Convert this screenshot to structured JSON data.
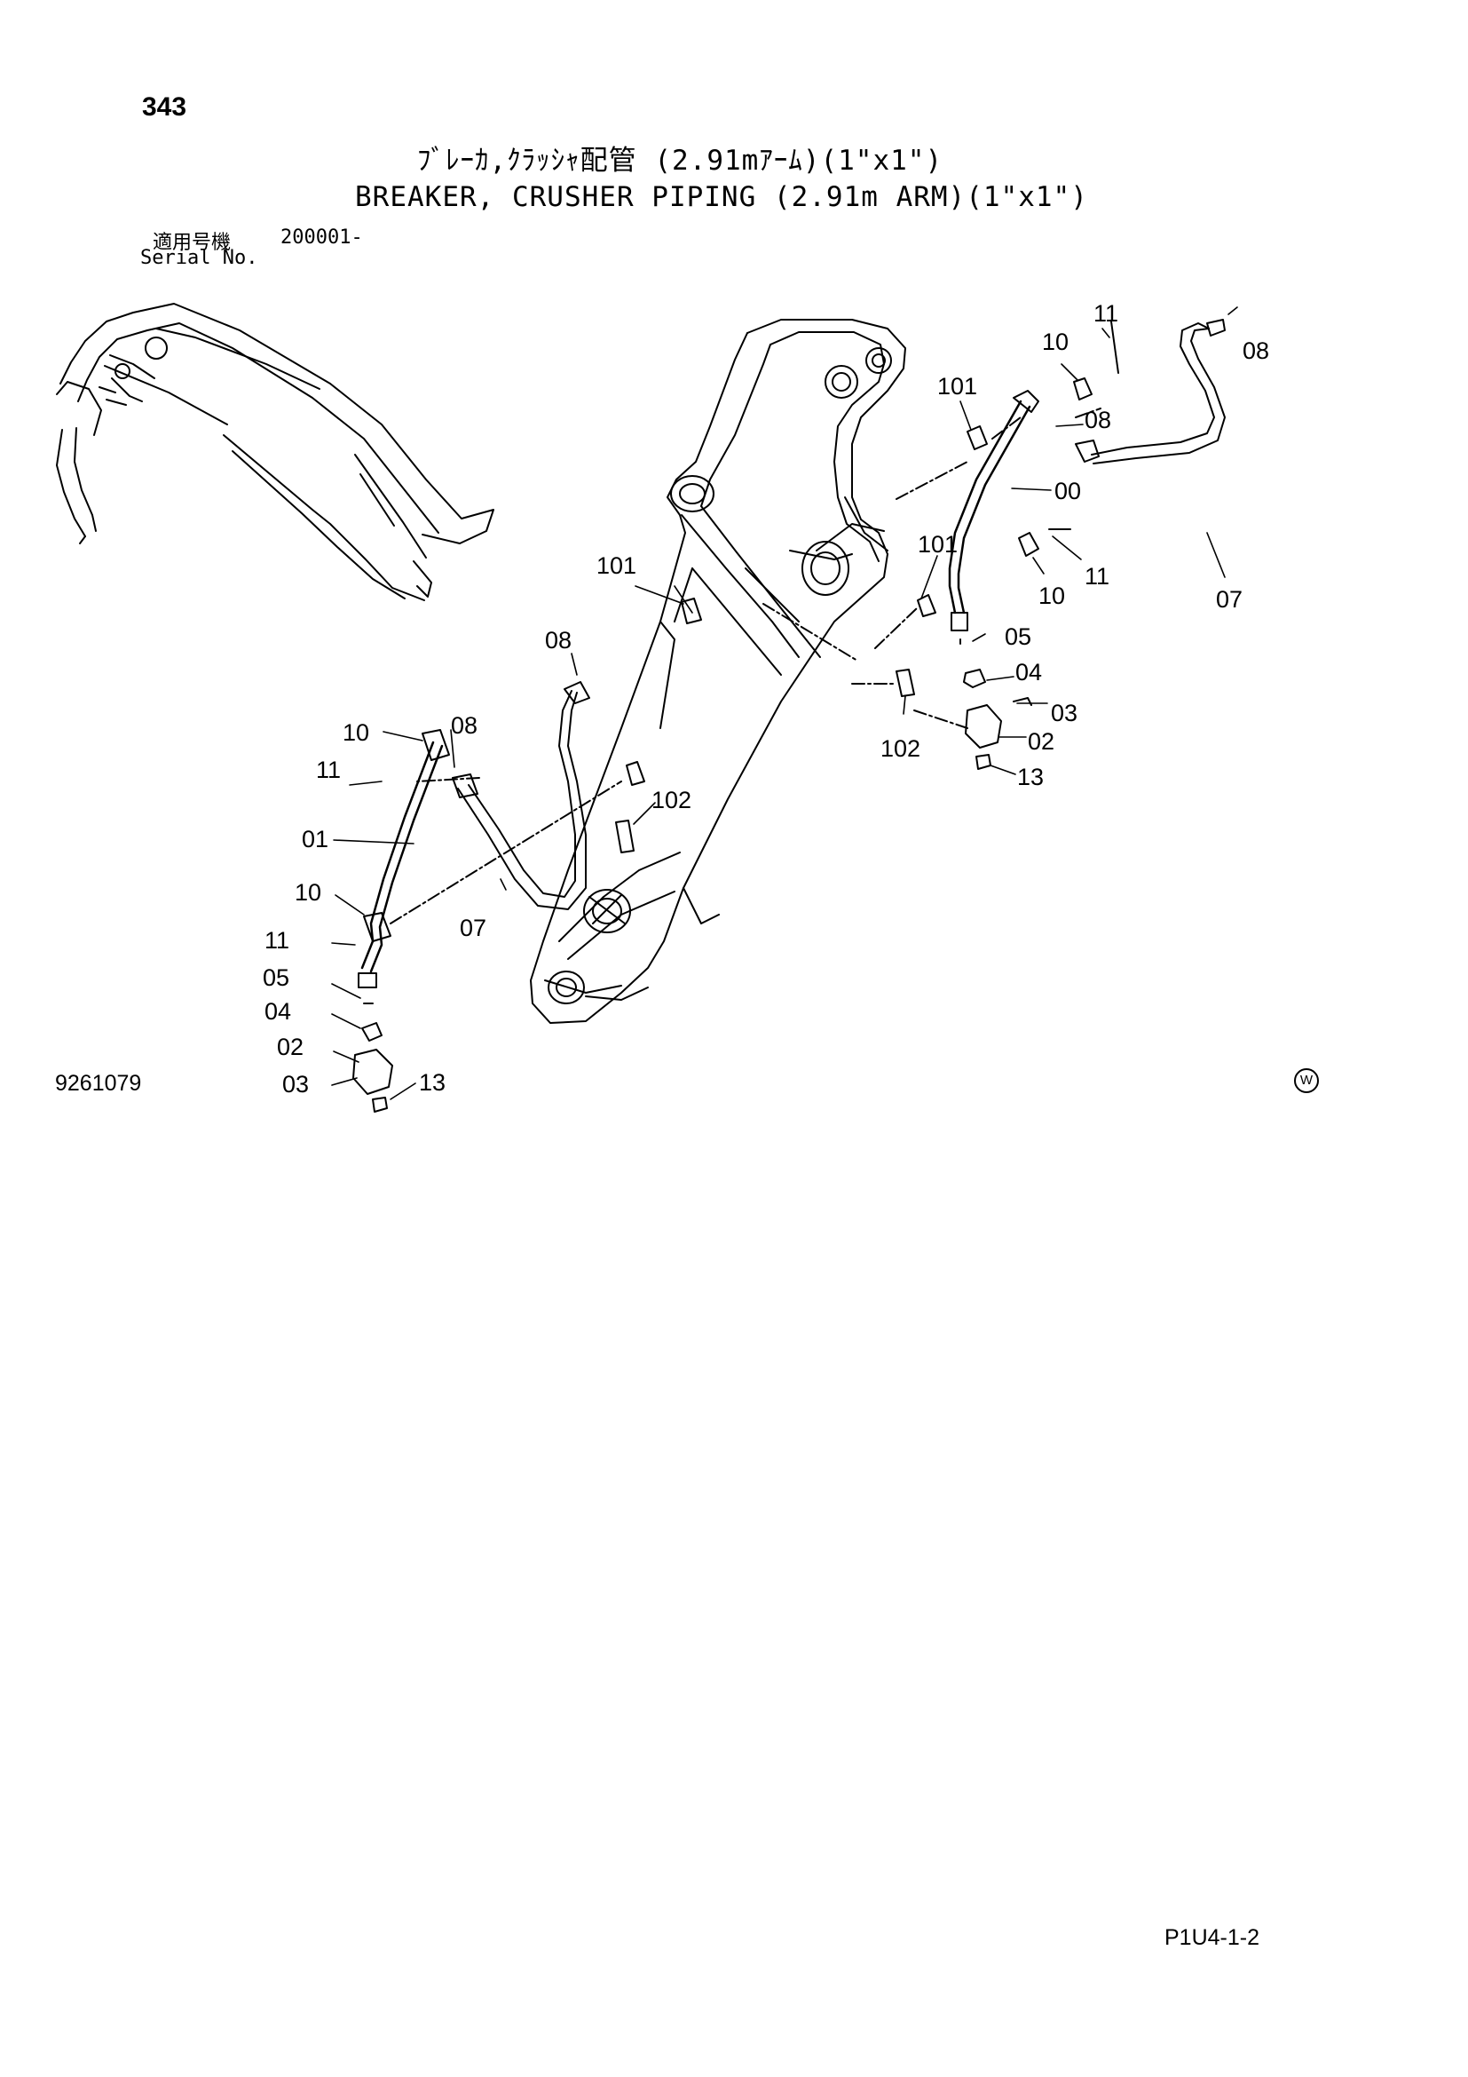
{
  "header": {
    "page_number": "343",
    "title_jp": "ﾌﾞﾚｰｶ,ｸﾗｯｼｬ配管 (2.91mｱｰﾑ)(1\"x1\")",
    "title_en": "BREAKER, CRUSHER PIPING (2.91m ARM)(1\"x1\")",
    "serial_label_jp": "適用号機",
    "serial_label_en": "Serial No.",
    "serial_range": "200001-"
  },
  "footer": {
    "drawing_number": "9261079",
    "w_mark": "W",
    "page_code": "P1U4-1-2"
  },
  "callouts": [
    {
      "id": "c-11-top",
      "text": "11"
    },
    {
      "id": "c-10-top",
      "text": "10"
    },
    {
      "id": "c-08-topright",
      "text": "08"
    },
    {
      "id": "c-101-top",
      "text": "101"
    },
    {
      "id": "c-08-mid",
      "text": "08"
    },
    {
      "id": "c-00",
      "text": "00"
    },
    {
      "id": "c-101-mid",
      "text": "101"
    },
    {
      "id": "c-11-mid",
      "text": "11"
    },
    {
      "id": "c-10-mid",
      "text": "10"
    },
    {
      "id": "c-07-right",
      "text": "07"
    },
    {
      "id": "c-101-left",
      "text": "101"
    },
    {
      "id": "c-05-right",
      "text": "05"
    },
    {
      "id": "c-04-right",
      "text": "04"
    },
    {
      "id": "c-03-right",
      "text": "03"
    },
    {
      "id": "c-02-right",
      "text": "02"
    },
    {
      "id": "c-102-right",
      "text": "102"
    },
    {
      "id": "c-13-right",
      "text": "13"
    },
    {
      "id": "c-08-left",
      "text": "08"
    },
    {
      "id": "c-10-left-top",
      "text": "10"
    },
    {
      "id": "c-08-left-small",
      "text": "08"
    },
    {
      "id": "c-11-left-top",
      "text": "11"
    },
    {
      "id": "c-102-mid",
      "text": "102"
    },
    {
      "id": "c-01",
      "text": "01"
    },
    {
      "id": "c-10-left-bottom",
      "text": "10"
    },
    {
      "id": "c-07-left",
      "text": "07"
    },
    {
      "id": "c-11-left-bottom",
      "text": "11"
    },
    {
      "id": "c-05-left",
      "text": "05"
    },
    {
      "id": "c-04-left",
      "text": "04"
    },
    {
      "id": "c-02-left",
      "text": "02"
    },
    {
      "id": "c-03-left",
      "text": "03"
    },
    {
      "id": "c-13-left",
      "text": "13"
    }
  ]
}
